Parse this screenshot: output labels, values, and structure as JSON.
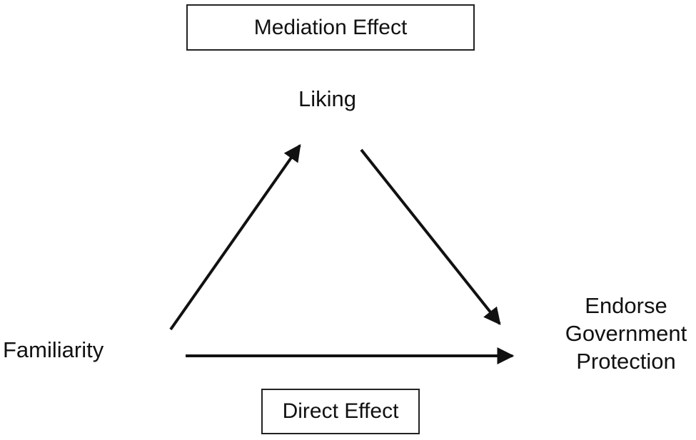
{
  "mediation_box": {
    "label": "Mediation Effect"
  },
  "direct_box": {
    "label": "Direct Effect"
  },
  "nodes": {
    "mediator": "Liking",
    "predictor": "Familiarity",
    "outcome_lines": [
      "Endorse",
      "Government",
      "Protection"
    ]
  },
  "edges": [
    {
      "from": "Familiarity",
      "to": "Liking"
    },
    {
      "from": "Liking",
      "to": "Endorse Government Protection"
    },
    {
      "from": "Familiarity",
      "to": "Endorse Government Protection"
    }
  ],
  "colors": {
    "stroke": "#111111",
    "text": "#111111",
    "background": "#ffffff"
  }
}
